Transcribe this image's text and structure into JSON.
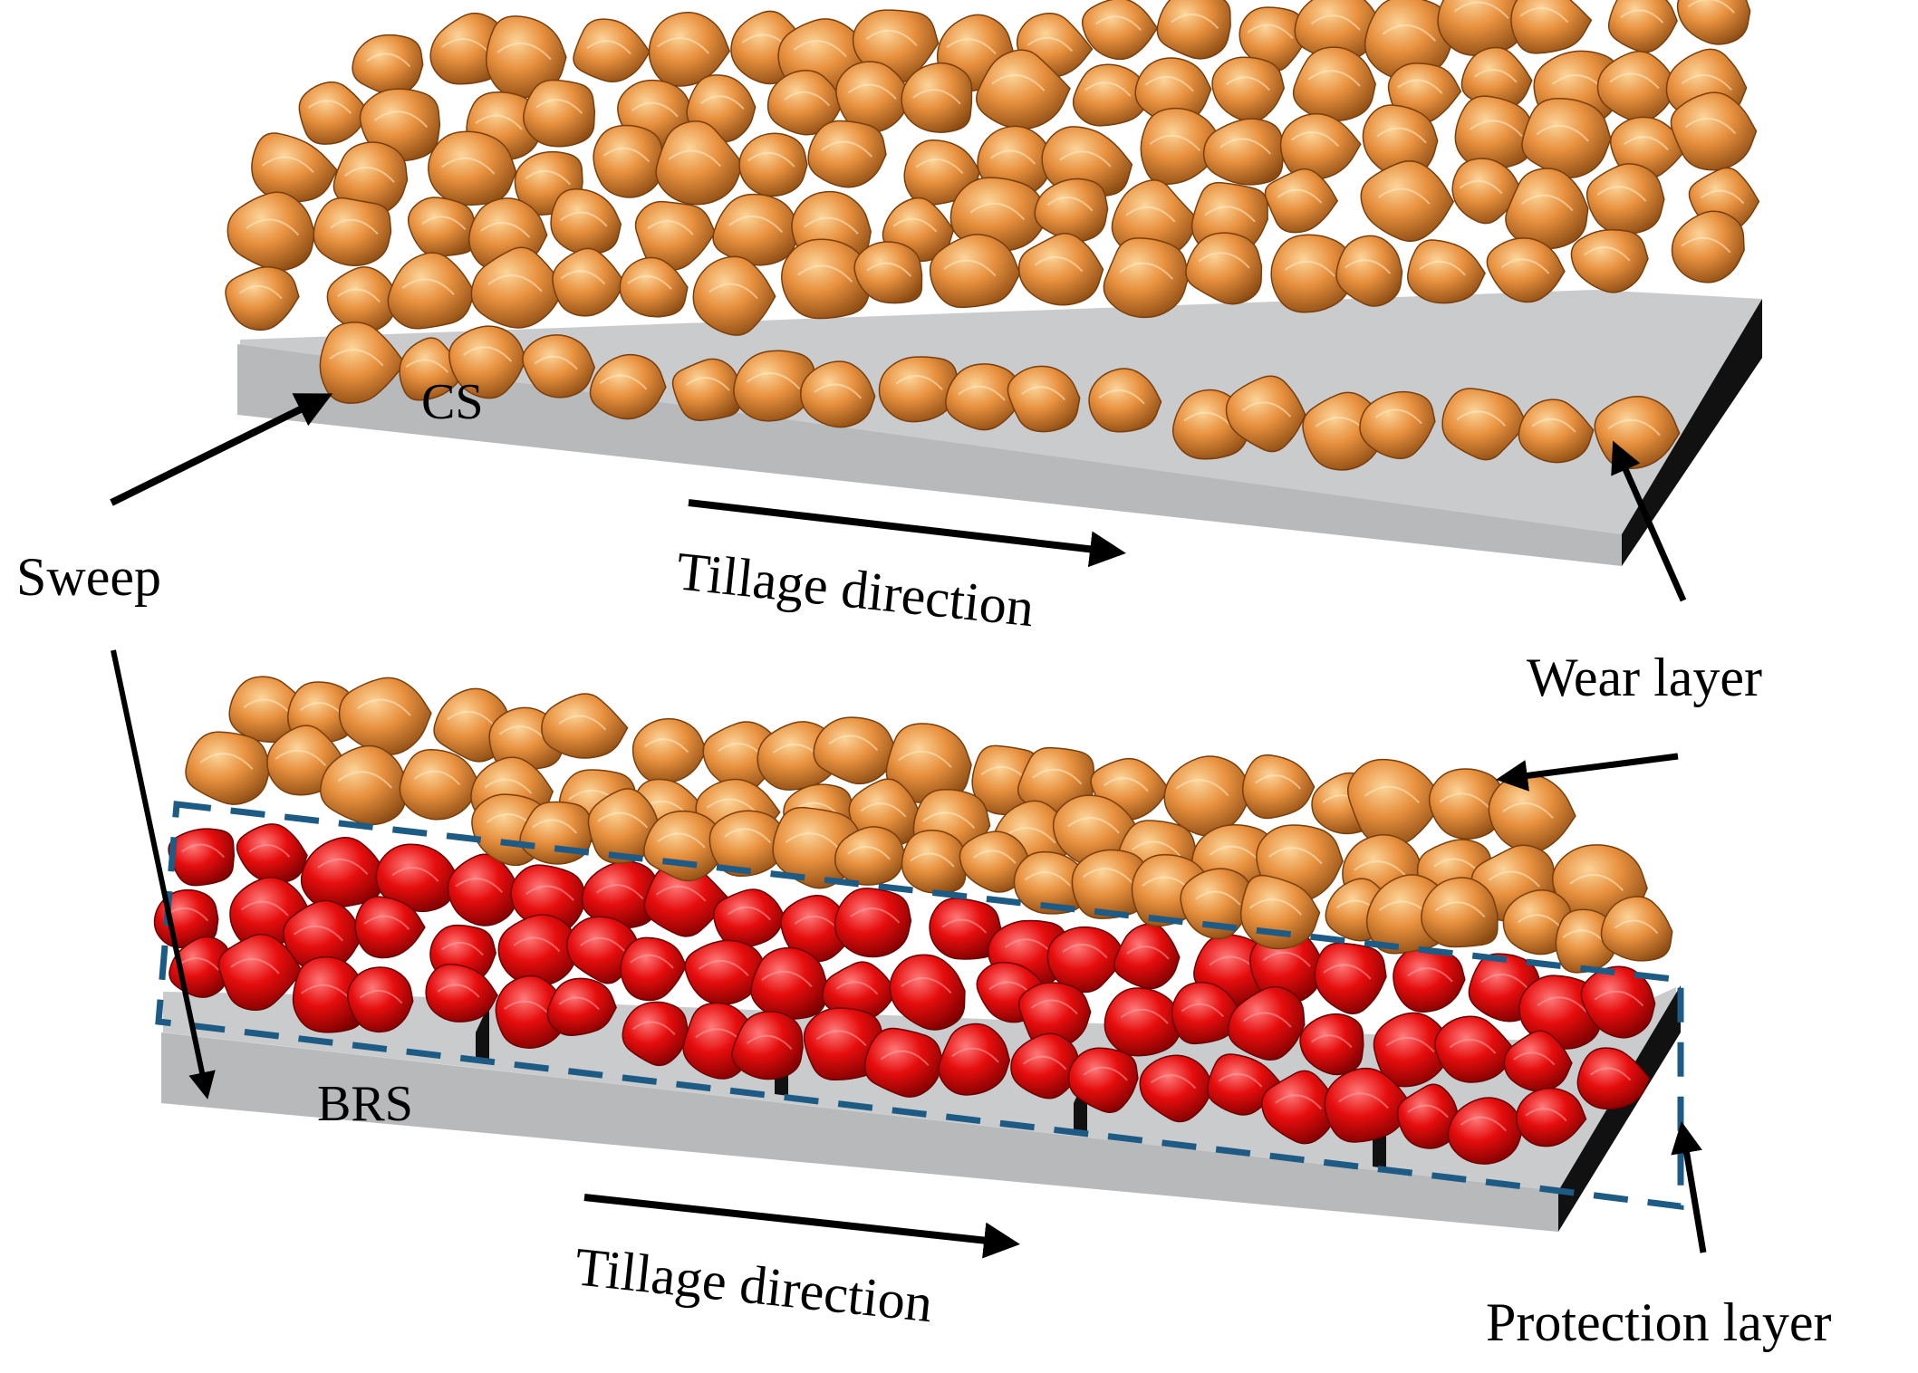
{
  "labels": {
    "top_surface": "CS",
    "bottom_surface": "BRS",
    "sweep": "Sweep",
    "tillage_top": "Tillage direction",
    "tillage_bottom": "Tillage direction",
    "wear_layer": "Wear layer",
    "protection_layer": "Protection layer"
  },
  "colors": {
    "plate_top": "#c9cbcd",
    "plate_front": "#b5b7b9",
    "plate_side": "#0d0d0d",
    "wear_particle": "#e08a3c",
    "protection_particle": "#e00d0d",
    "dashed_box": "#1d5b85",
    "arrow": "#000000"
  }
}
